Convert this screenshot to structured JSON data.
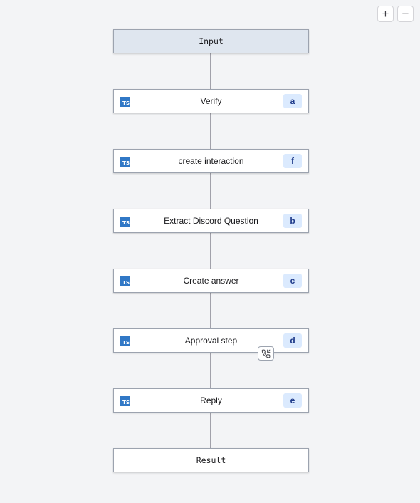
{
  "zoom": {
    "zoom_in_label": "+",
    "zoom_out_label": "−"
  },
  "flow": {
    "input_label": "Input",
    "result_label": "Result",
    "steps": [
      {
        "label": "Verify",
        "id": "a",
        "icon": "typescript-icon"
      },
      {
        "label": "create interaction",
        "id": "f",
        "icon": "typescript-icon"
      },
      {
        "label": "Extract Discord Question",
        "id": "b",
        "icon": "typescript-icon"
      },
      {
        "label": "Create answer",
        "id": "c",
        "icon": "typescript-icon"
      },
      {
        "label": "Approval step",
        "id": "d",
        "icon": "typescript-icon"
      },
      {
        "label": "Reply",
        "id": "e",
        "icon": "typescript-icon"
      }
    ],
    "ts_icon_text": "TS",
    "suspend_icon": "phone-callback-icon"
  }
}
